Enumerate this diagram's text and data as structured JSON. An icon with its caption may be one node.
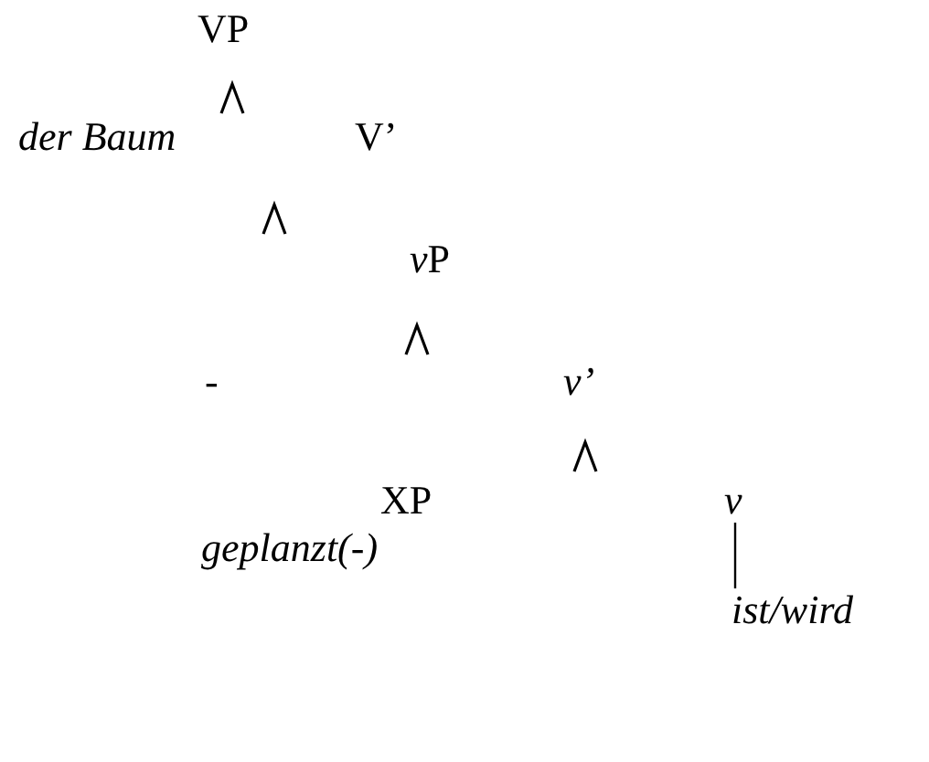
{
  "diagram": {
    "nodes": [
      {
        "text": [
          "VP"
        ]
      },
      {
        "text": [
          "der Baum"
        ]
      },
      {
        "text": [
          "V’"
        ]
      },
      {
        "text": [
          "vP"
        ]
      },
      {
        "text": [
          "-"
        ]
      },
      {
        "text": [
          "v’"
        ]
      },
      {
        "text": [
          "XP"
        ]
      },
      {
        "text": [
          "v"
        ]
      },
      {
        "text": [
          "geplanzt(-)"
        ]
      },
      {
        "text": [
          "ist/wird"
        ]
      }
    ],
    "edges": [
      {
        "from": 7,
        "to": 9,
        "arrow": "none"
      }
    ]
  }
}
